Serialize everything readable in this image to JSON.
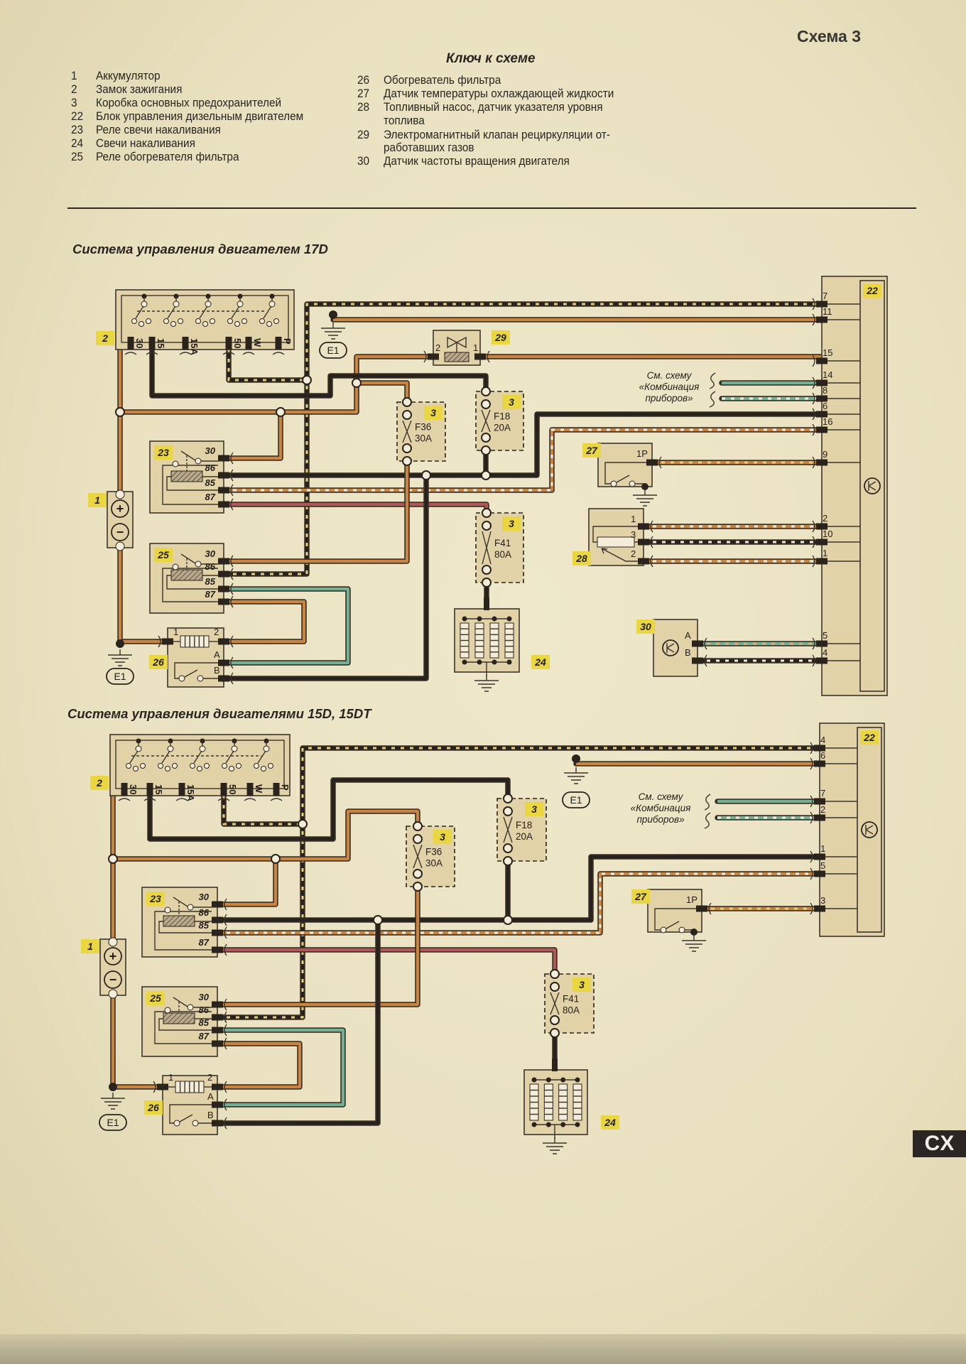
{
  "header": {
    "schema_label": "Схема 3",
    "key_title": "Ключ к схеме"
  },
  "legend_left": [
    {
      "num": "1",
      "text": "Аккумулятор"
    },
    {
      "num": "2",
      "text": "Замок зажигания"
    },
    {
      "num": "3",
      "text": "Коробка основных предохранителей"
    },
    {
      "num": "22",
      "text": "Блок управления дизельным двигателем"
    },
    {
      "num": "23",
      "text": "Реле свечи накаливания"
    },
    {
      "num": "24",
      "text": "Свечи накаливания"
    },
    {
      "num": "25",
      "text": "Реле обогревателя фильтра"
    }
  ],
  "legend_right": [
    {
      "num": "26",
      "text": "Обогреватель фильтра"
    },
    {
      "num": "27",
      "text": "Датчик температуры охлаждающей жидкости"
    },
    {
      "num": "28",
      "text": "Топливный насос, датчик указателя уровня",
      "text2": "топлива"
    },
    {
      "num": "29",
      "text": "Электромагнитный клапан рециркуляции от-",
      "text2": "работавших газов"
    },
    {
      "num": "30",
      "text": "Датчик частоты вращения двигателя"
    }
  ],
  "wire_colors": {
    "orange": "#c9843f",
    "black": "#27221d",
    "yellow_stripe": "#e6cf78",
    "white_stripe": "#f1ece0",
    "green": "#72b096",
    "pink": "#b05858",
    "label_badge": "#e9d640"
  },
  "diagram_top": {
    "title": "Система управления двигателем 17D",
    "ignition": {
      "label": "2",
      "terminals": [
        "30",
        "15",
        "15A",
        "50",
        "W",
        "P"
      ]
    },
    "ground_a": "E1",
    "ground_b": "E1",
    "battery": {
      "label": "1",
      "plus": "+",
      "minus": "−"
    },
    "relay23": {
      "label": "23",
      "pins": [
        "30",
        "86",
        "85",
        "87"
      ]
    },
    "relay25": {
      "label": "25",
      "pins": [
        "30",
        "86",
        "85",
        "87"
      ]
    },
    "heater26": {
      "label": "26",
      "pins": [
        "1",
        "2",
        "A",
        "B"
      ]
    },
    "fuse_f36": {
      "box": "3",
      "name": "F36",
      "rating": "30A"
    },
    "fuse_f18": {
      "box": "3",
      "name": "F18",
      "rating": "20A"
    },
    "fuse_f41": {
      "box": "3",
      "name": "F41",
      "rating": "80A"
    },
    "plugs24": {
      "label": "24"
    },
    "valve29": {
      "label": "29",
      "pins": [
        "2",
        "1"
      ]
    },
    "sensor27": {
      "label": "27",
      "pin": "1P"
    },
    "sensor28": {
      "label": "28",
      "pins": [
        "1",
        "3",
        "2"
      ]
    },
    "sensor30": {
      "label": "30",
      "pins": [
        "A",
        "B"
      ]
    },
    "ecu": {
      "label": "22",
      "pins": [
        "7",
        "11",
        "15",
        "14",
        "8",
        "6",
        "16",
        "9",
        "2",
        "10",
        "1",
        "5",
        "4"
      ]
    },
    "note": [
      "См. схему",
      "«Комбинация",
      "приборов»"
    ]
  },
  "diagram_bottom": {
    "title": "Система управления двигателями 15D, 15DT",
    "ignition": {
      "label": "2",
      "terminals": [
        "30",
        "15",
        "15A",
        "50",
        "W",
        "P"
      ]
    },
    "ground_a": "E1",
    "ground_b": "E1",
    "battery": {
      "label": "1",
      "plus": "+",
      "minus": "−"
    },
    "relay23": {
      "label": "23",
      "pins": [
        "30",
        "86",
        "85",
        "87"
      ]
    },
    "relay25": {
      "label": "25",
      "pins": [
        "30",
        "86",
        "85",
        "87"
      ]
    },
    "heater26": {
      "label": "26",
      "pins": [
        "1",
        "2",
        "A",
        "B"
      ]
    },
    "fuse_f36": {
      "box": "3",
      "name": "F36",
      "rating": "30A"
    },
    "fuse_f18": {
      "box": "3",
      "name": "F18",
      "rating": "20A"
    },
    "fuse_f41": {
      "box": "3",
      "name": "F41",
      "rating": "80A"
    },
    "plugs24": {
      "label": "24"
    },
    "sensor27": {
      "label": "27",
      "pin": "1P"
    },
    "ecu": {
      "label": "22",
      "pins": [
        "4",
        "6",
        "7",
        "2",
        "1",
        "5",
        "3"
      ]
    },
    "note": [
      "См. схему",
      "«Комбинация",
      "приборов»"
    ]
  },
  "page_tab": "CX"
}
